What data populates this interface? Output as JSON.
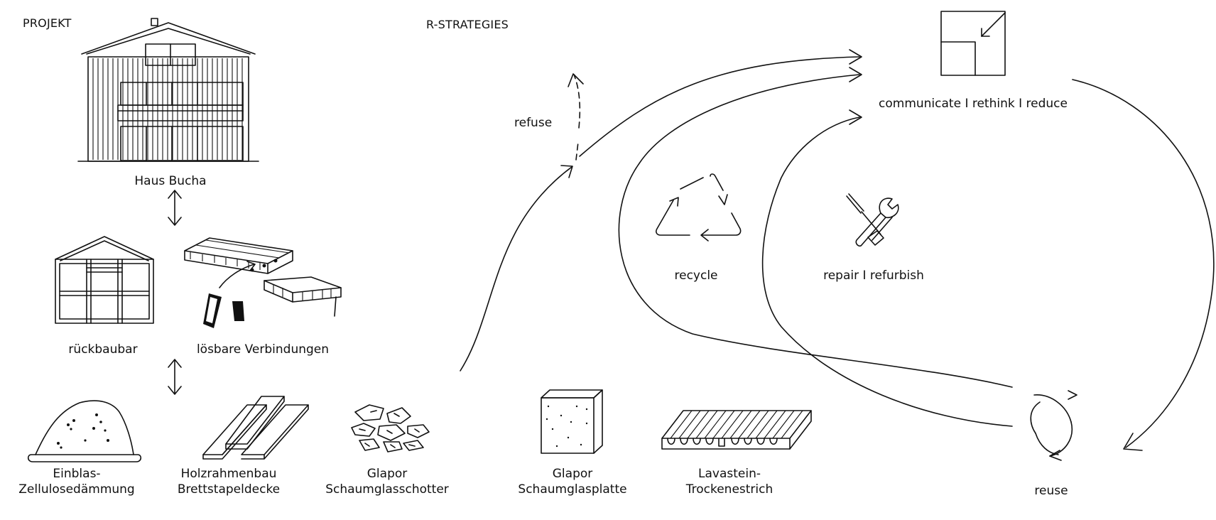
{
  "headers": {
    "project": "PROJEKT",
    "strategies": "R-STRATEGIES"
  },
  "project": {
    "house": "Haus Bucha",
    "principles": [
      "rückbaubar",
      "lösbare Verbindungen"
    ]
  },
  "materials": [
    {
      "line1": "Einblas-",
      "line2": "Zellulosedämmung"
    },
    {
      "line1": "Holzrahmenbau",
      "line2": "Brettstapeldecke"
    },
    {
      "line1": "Glapor",
      "line2": "Schaumglasschotter"
    },
    {
      "line1": "Glapor",
      "line2": "Schaumglasplatte"
    },
    {
      "line1": "Lavastein-",
      "line2": "Trockenestrich"
    }
  ],
  "strategies": {
    "refuse": "refuse",
    "communicate": "communicate I rethink I reduce",
    "recycle": "recycle",
    "repair": "repair I refurbish",
    "reuse": "reuse"
  },
  "icons": [
    "house-elevation",
    "timber-frame",
    "dowel-connection",
    "cellulose-pile",
    "timber-boards",
    "gravel",
    "glass-foam-slab",
    "decking-screed",
    "corner-arrow-square",
    "recycle-triangle",
    "wrench-screwdriver",
    "reuse-circle"
  ],
  "colors": {
    "ink": "#111111",
    "background": "#ffffff"
  }
}
